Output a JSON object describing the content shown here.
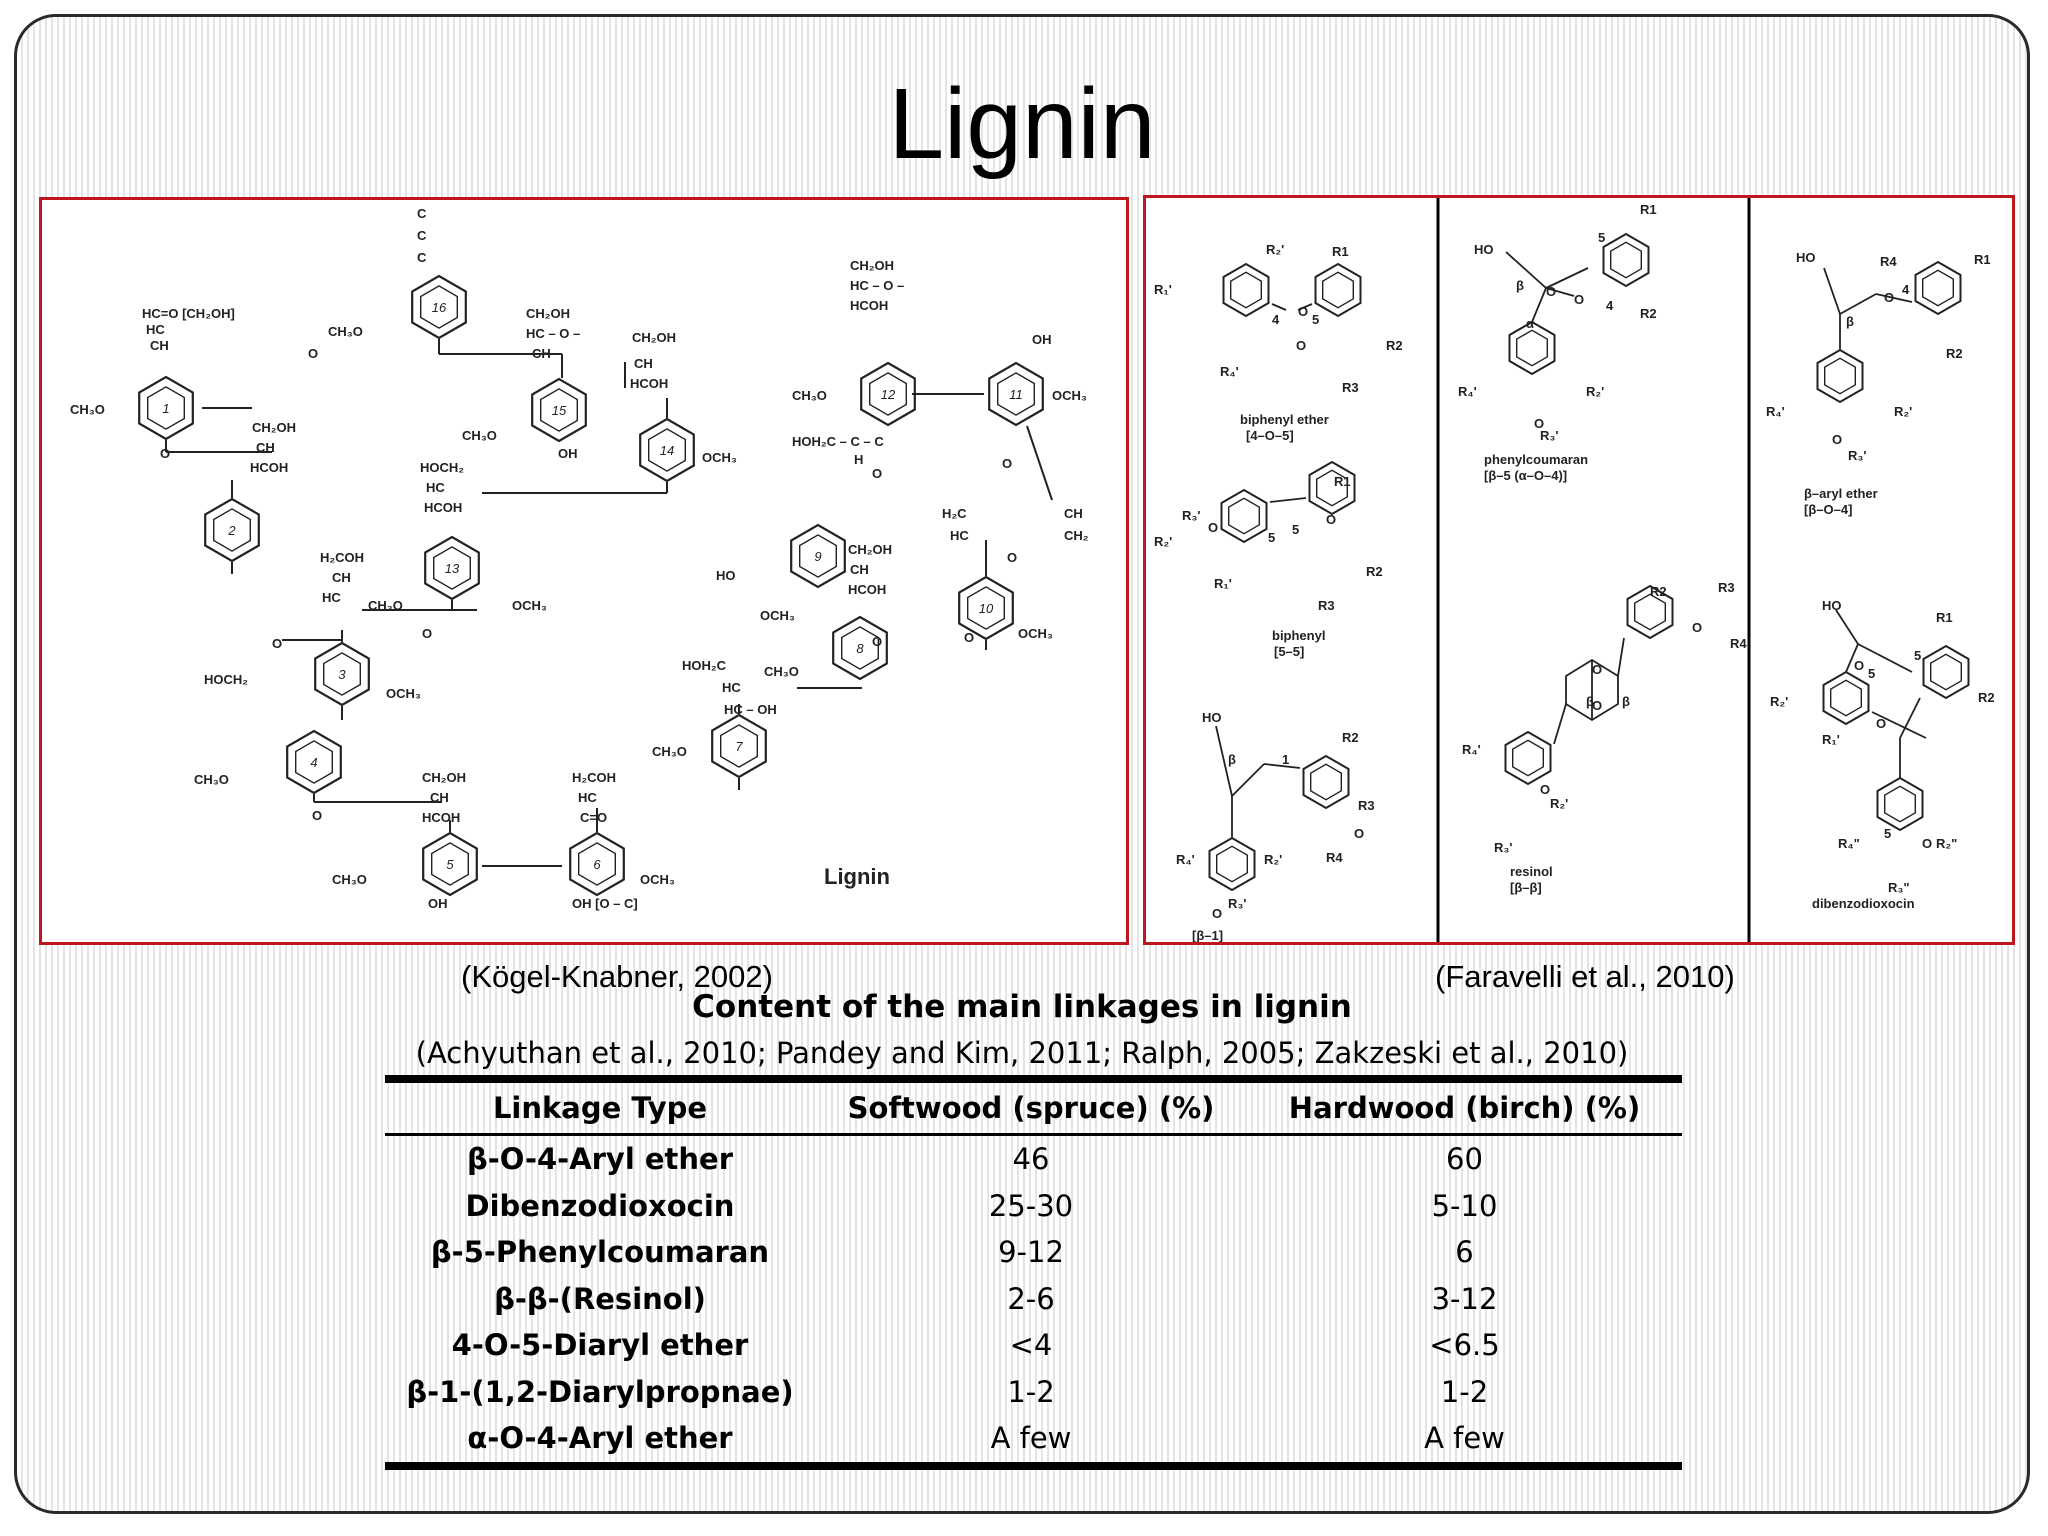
{
  "slide": {
    "title": "Lignin",
    "citation_left": "(Kögel-Knabner, 2002)",
    "citation_right": "(Faravelli et al., 2010)"
  },
  "left_figure": {
    "caption": "Lignin",
    "unit_numbers": [
      "1",
      "2",
      "3",
      "4",
      "5",
      "6",
      "7",
      "8",
      "9",
      "10",
      "11",
      "12",
      "13",
      "14",
      "15",
      "16"
    ],
    "labels": {
      "u1_top": "HC=O [CH₂OH]",
      "u1_hc": "HC",
      "u1_ch": "CH",
      "u1_ome": "CH₃O",
      "u16_c1": "C",
      "u16_c2": "C",
      "u16_c3": "C",
      "u16_ome": "CH₃O",
      "u15_ch2oh": "CH₂OH",
      "u15_hco": "HC – O –",
      "u15_ch": "CH",
      "u15_ome": "CH₃O",
      "u15_oh": "OH",
      "u14_ch2oh": "CH₂OH",
      "u14_ch": "CH",
      "u14_hcoh": "HCOH",
      "u14_och3": "OCH₃",
      "u12_ch2oh": "CH₂OH",
      "u12_hco": "HC – O –",
      "u12_hcoh": "HCOH",
      "u12_ome": "CH₃O",
      "u12_hoh2c": "HOH₂C – C – C",
      "u12_h": "H",
      "u11_oh": "OH",
      "u11_och3": "OCH₃",
      "u2_ch2oh": "CH₂OH",
      "u2_ch": "CH",
      "u2_hcoh": "HCOH",
      "u13_hoch2": "HOCH₂",
      "u13_hc": "HC",
      "u13_hcoh": "HCOH",
      "u13_ome": "CH₃O",
      "u13_och3": "OCH₃",
      "u3_h2coh": "H₂COH",
      "u3_ch": "CH",
      "u3_hc": "HC",
      "u3_hoch2": "HOCH₂",
      "u3_och3": "OCH₃",
      "u9_ho": "HO",
      "u9_och3": "OCH₃",
      "u9_ch2oh": "CH₂OH",
      "u9_ch": "CH",
      "u9_hcoh": "HCOH",
      "u10_h2c": "H₂C",
      "u10_hc": "HC",
      "u10_ch": "CH",
      "u10_ch2": "CH₂",
      "u10_och3": "OCH₃",
      "u8_ome": "CH₃O",
      "u7_hoh2c": "HOH₂C",
      "u7_hc": "HC",
      "u7_hcoh": "HC – OH",
      "u7_ome": "CH₃O",
      "u4_ome": "CH₃O",
      "u5_ch2oh": "CH₂OH",
      "u5_ch": "CH",
      "u5_hcoh": "HCOH",
      "u5_ome": "CH₃O",
      "u5_oh": "OH",
      "u6_h2coh": "H₂COH",
      "u6_hc": "HC",
      "u6_co": "C=O",
      "u6_och3": "OCH₃",
      "u6_oh": "OH [O – C]",
      "o": "O"
    }
  },
  "right_figure": {
    "structures": [
      {
        "name": "biphenyl ether",
        "linkage": "[4–O–5]",
        "labels": [
          "R₁'",
          "R₂'",
          "R1",
          "R2",
          "R₄'",
          "R3",
          "4",
          "5"
        ]
      },
      {
        "name": "phenylcoumaran",
        "linkage": "[β–5 (α–O–4)]",
        "labels": [
          "HO",
          "R1",
          "R2",
          "β",
          "α",
          "5",
          "4",
          "R₄'",
          "R₂'",
          "R₃'"
        ]
      },
      {
        "name": "β–aryl ether",
        "linkage": "[β–O–4]",
        "labels": [
          "HO",
          "R4",
          "R1",
          "R2",
          "β",
          "4",
          "R₄'",
          "R₂'",
          "R₃'"
        ]
      },
      {
        "name": "biphenyl",
        "linkage": "[5–5]",
        "labels": [
          "R₃'",
          "R₂'",
          "R₁'",
          "R1",
          "R2",
          "R3",
          "5",
          "5"
        ]
      },
      {
        "name": "resinol",
        "linkage": "[β–β]",
        "labels": [
          "R2",
          "R3",
          "R4",
          "β",
          "β",
          "R₄'",
          "R₂'",
          "R₃'"
        ]
      },
      {
        "name": "dibenzodioxocin",
        "linkage": "",
        "labels": [
          "HO",
          "R1",
          "R2",
          "R₂'",
          "R₁'",
          "R₄\"",
          "R₂\"",
          "R₃\"",
          "5",
          "5",
          "5"
        ]
      },
      {
        "name": "",
        "linkage": "[β–1]",
        "labels": [
          "HO",
          "β",
          "1",
          "R2",
          "R3",
          "R4",
          "R₄'",
          "R₂'",
          "R₃'"
        ]
      }
    ]
  },
  "table": {
    "title": "Content of the main linkages in lignin",
    "references": "(Achyuthan et al., 2010; Pandey and Kim, 2011; Ralph, 2005; Zakzeski et al., 2010)",
    "headers": [
      "Linkage Type",
      "Softwood (spruce) (%)",
      "Hardwood (birch) (%)"
    ],
    "rows": [
      {
        "linkage": "β-O-4-Aryl ether",
        "softwood": "46",
        "hardwood": "60"
      },
      {
        "linkage": "Dibenzodioxocin",
        "softwood": "25-30",
        "hardwood": "5-10"
      },
      {
        "linkage": "β-5-Phenylcoumaran",
        "softwood": "9-12",
        "hardwood": "6"
      },
      {
        "linkage": "β-β-(Resinol)",
        "softwood": "2-6",
        "hardwood": "3-12"
      },
      {
        "linkage": "4-O-5-Diaryl ether",
        "softwood": "<4",
        "hardwood": "<6.5"
      },
      {
        "linkage": "β-1-(1,2-Diarylpropnae)",
        "softwood": "1-2",
        "hardwood": "1-2"
      },
      {
        "linkage": "α-O-4-Aryl ether",
        "softwood": "A few",
        "hardwood": "A few"
      }
    ]
  }
}
